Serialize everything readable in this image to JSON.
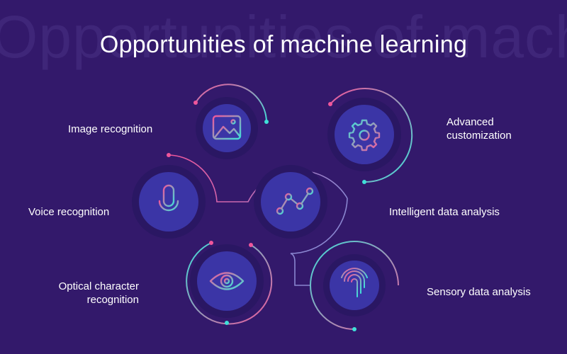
{
  "background_text": "Opportunities of machine",
  "title": "Opportunities of machine learning",
  "colors": {
    "background": "#33196b",
    "node_ring": "#2a1763",
    "node_fill": "#3b35a6",
    "accent_pink": "#f0569b",
    "accent_cyan": "#3fe0d8",
    "connector": "#7a7ec7"
  },
  "items": [
    {
      "id": "image",
      "label": "Image recognition",
      "icon": "image-icon"
    },
    {
      "id": "voice",
      "label": "Voice recognition",
      "icon": "microphone-icon"
    },
    {
      "id": "ocr",
      "label": "Optical character\nrecognition",
      "icon": "eye-icon"
    },
    {
      "id": "advanced",
      "label": "Advanced\ncustomization",
      "icon": "gear-icon"
    },
    {
      "id": "ida",
      "label": "Intelligent data analysis",
      "icon": "line-chart-icon"
    },
    {
      "id": "sensory",
      "label": "Sensory data analysis",
      "icon": "fingerprint-icon"
    }
  ]
}
